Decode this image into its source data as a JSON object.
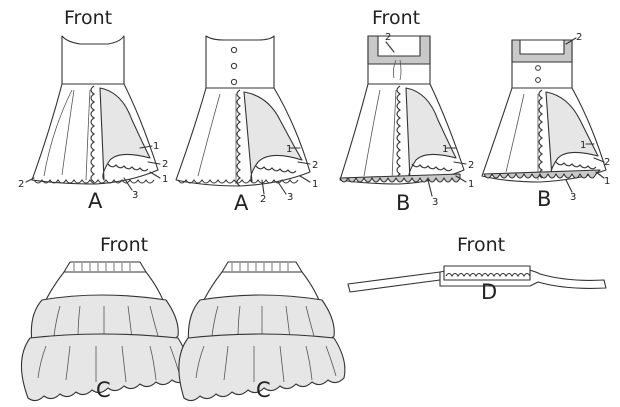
{
  "labels": {
    "front_a": "Front",
    "front_b": "Front",
    "front_c": "Front",
    "front_d": "Front"
  },
  "views": [
    {
      "letter": "A",
      "callouts": [
        "1",
        "2",
        "3",
        "2"
      ]
    },
    {
      "letter": "A",
      "callouts": [
        "1",
        "2",
        "1",
        "3",
        "2"
      ]
    },
    {
      "letter": "B",
      "callouts": [
        "2",
        "1",
        "2",
        "1",
        "3"
      ]
    },
    {
      "letter": "B",
      "callouts": [
        "2",
        "1",
        "2",
        "1",
        "3"
      ]
    },
    {
      "letter": "C",
      "callouts": []
    },
    {
      "letter": "C",
      "callouts": []
    },
    {
      "letter": "D",
      "callouts": []
    }
  ],
  "colors": {
    "ink": "#333333",
    "shade": "#c9c9c9",
    "light_shade": "#e6e6e6",
    "paper": "#ffffff"
  }
}
